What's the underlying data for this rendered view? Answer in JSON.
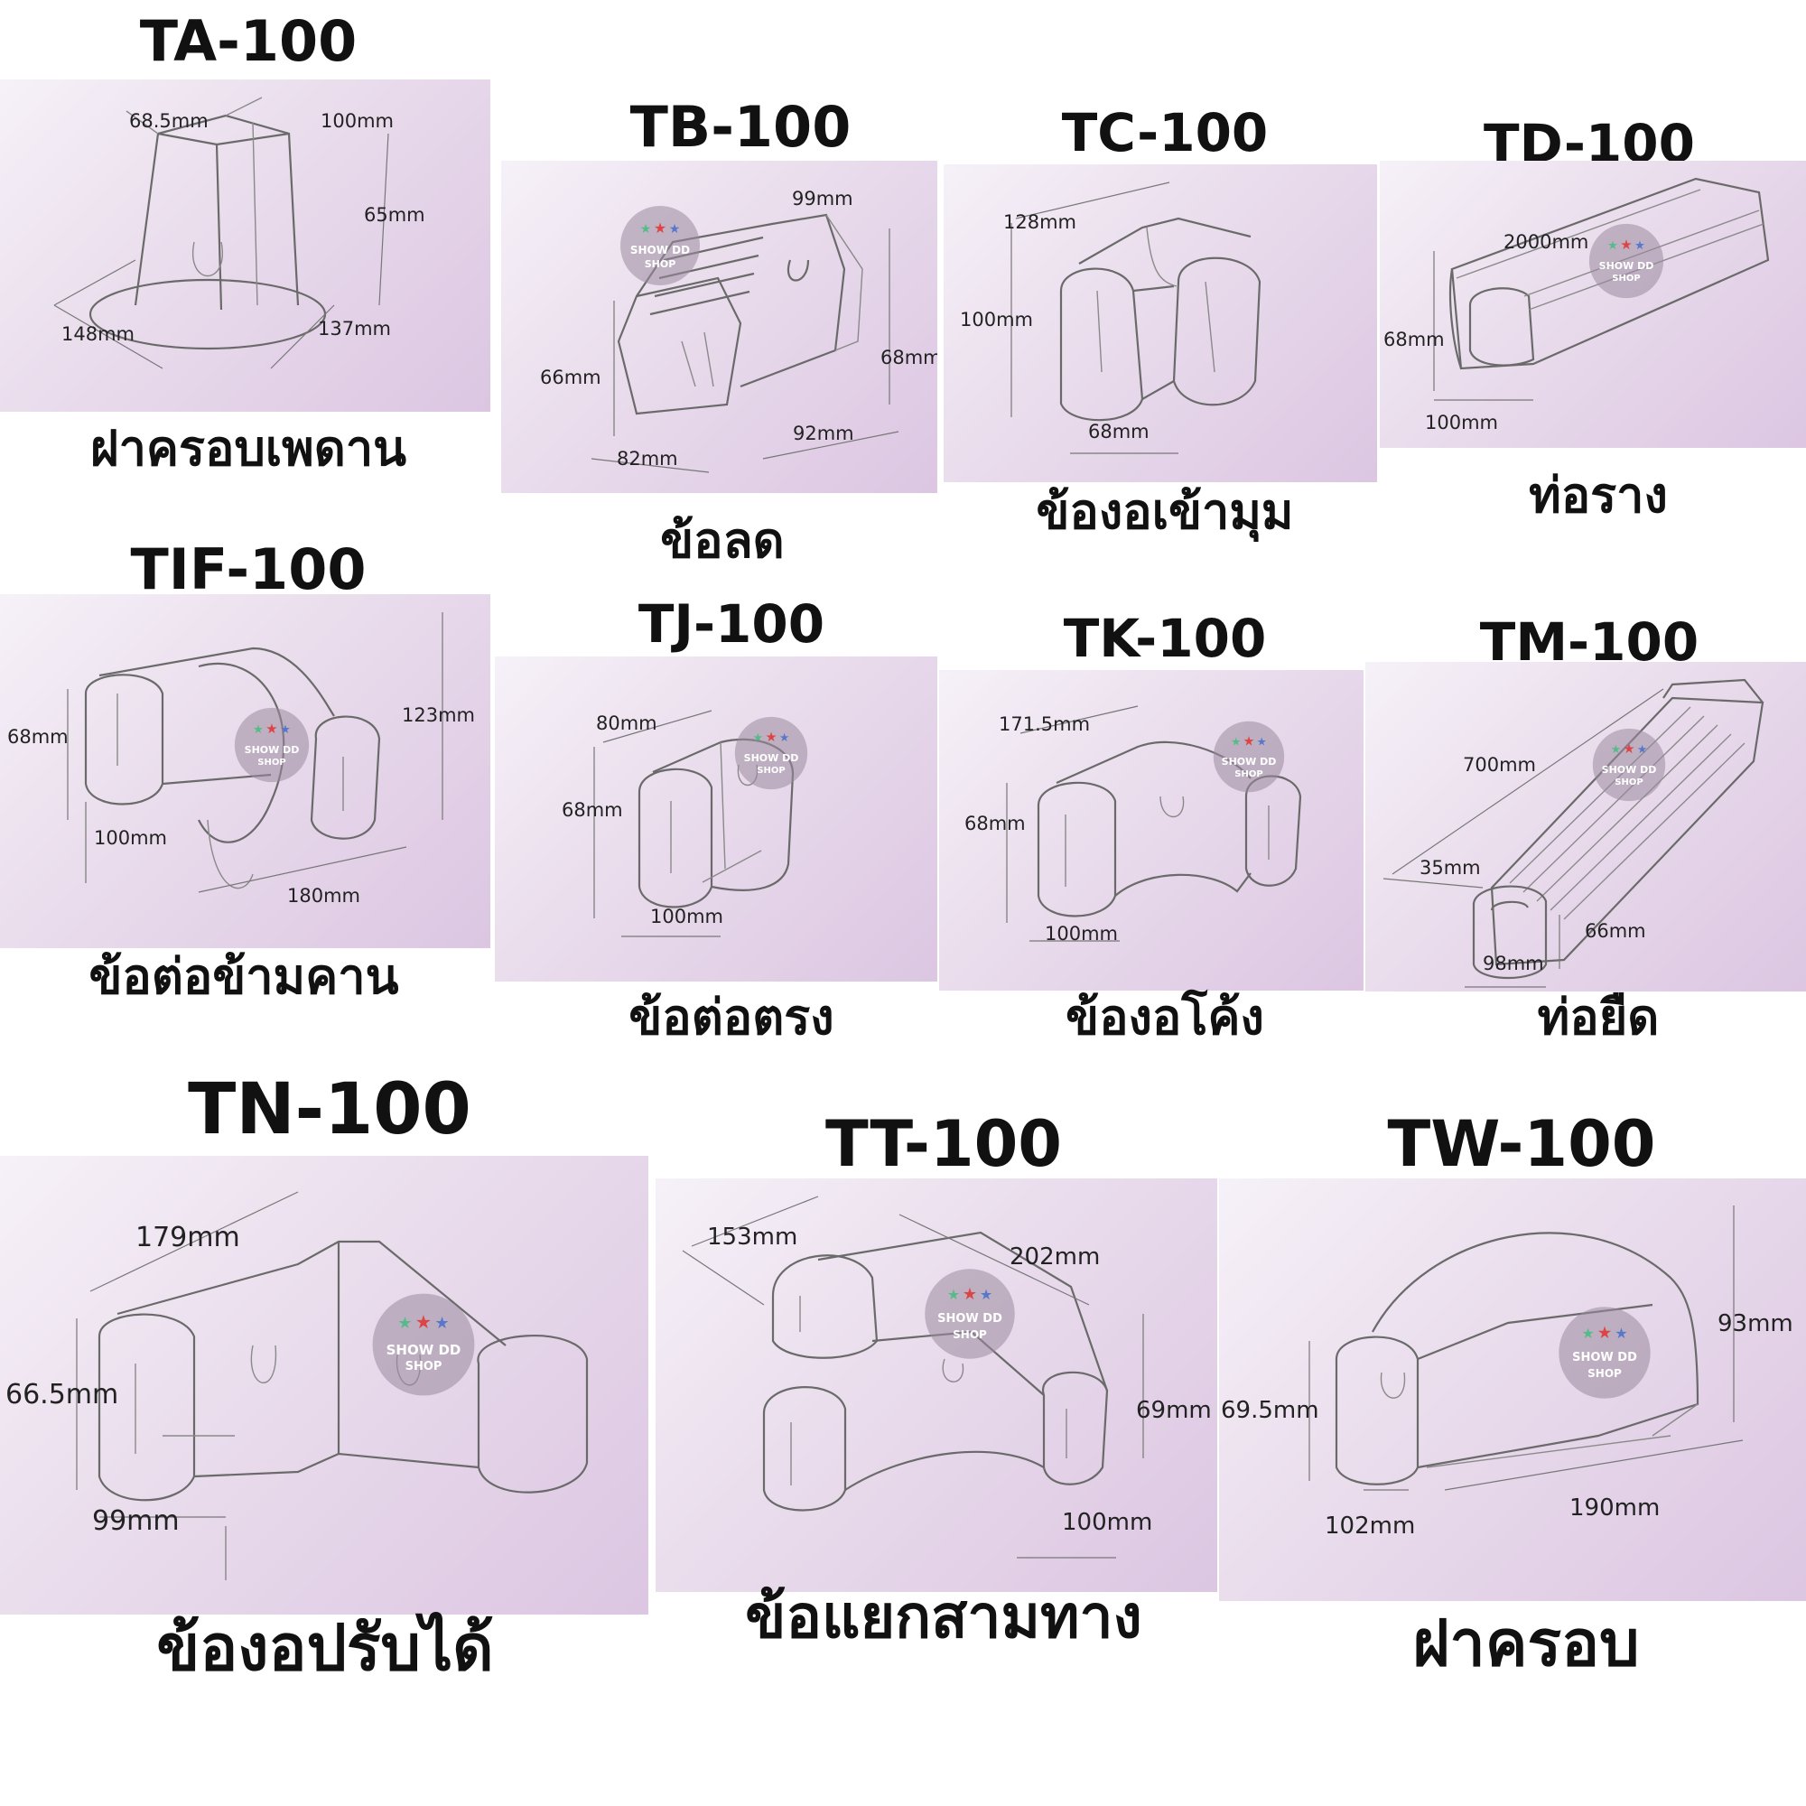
{
  "parts": {
    "ta": {
      "code": "TA-100",
      "name": "ฝาครอบเพดาน",
      "dims": [
        "68.5mm",
        "100mm",
        "65mm",
        "148mm",
        "137mm"
      ]
    },
    "tb": {
      "code": "TB-100",
      "name": "ข้อลด",
      "dims": [
        "99mm",
        "66mm",
        "68mm",
        "92mm",
        "82mm"
      ]
    },
    "tc": {
      "code": "TC-100",
      "name": "ข้องอเข้ามุม",
      "dims": [
        "128mm",
        "100mm",
        "68mm"
      ]
    },
    "td": {
      "code": "TD-100",
      "name": "ท่อราง",
      "dims": [
        "2000mm",
        "68mm",
        "100mm"
      ]
    },
    "tif": {
      "code": "TIF-100",
      "name": "ข้อต่อข้ามคาน",
      "dims": [
        "68mm",
        "123mm",
        "100mm",
        "180mm"
      ]
    },
    "tj": {
      "code": "TJ-100",
      "name": "ข้อต่อตรง",
      "dims": [
        "80mm",
        "68mm",
        "100mm"
      ]
    },
    "tk": {
      "code": "TK-100",
      "name": "ข้องอโค้ง",
      "dims": [
        "171.5mm",
        "68mm",
        "100mm"
      ]
    },
    "tm": {
      "code": "TM-100",
      "name": "ท่อยืด",
      "dims": [
        "700mm",
        "35mm",
        "66mm",
        "98mm"
      ]
    },
    "tn": {
      "code": "TN-100",
      "name": "ข้องอปรับได้",
      "dims": [
        "179mm",
        "66.5mm",
        "99mm"
      ]
    },
    "tt": {
      "code": "TT-100",
      "name": "ข้อแยกสามทาง",
      "dims": [
        "153mm",
        "202mm",
        "69mm",
        "100mm"
      ]
    },
    "tw": {
      "code": "TW-100",
      "name": "ฝาครอบ",
      "dims": [
        "93mm",
        "69.5mm",
        "102mm",
        "190mm"
      ]
    }
  },
  "watermark": {
    "line1": "SHOW DD",
    "line2": "SHOP"
  },
  "colors": {
    "panel": "#e6d6ea",
    "line": "#6a6a6a",
    "text": "#111111"
  }
}
